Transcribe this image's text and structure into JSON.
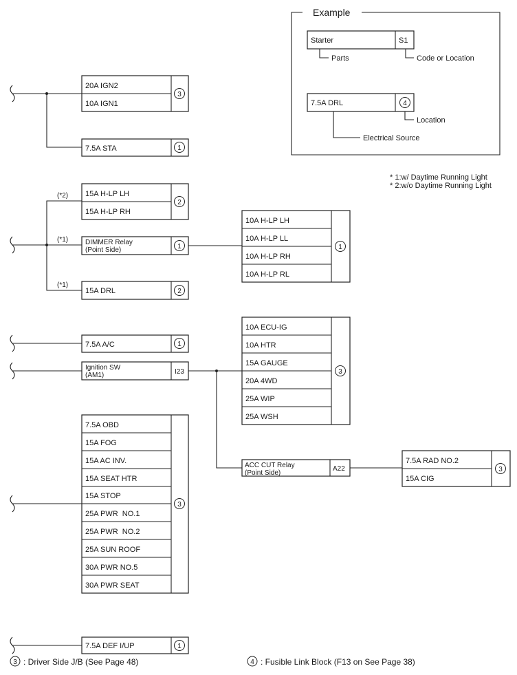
{
  "example": {
    "title": "Example",
    "part_name": "Starter",
    "part_code": "S1",
    "parts_caption": "Parts",
    "code_caption": "Code or Location",
    "source_name": "7.5A DRL",
    "source_location": "4",
    "location_caption": "Location",
    "source_caption": "Electrical Source"
  },
  "notes": [
    "* 1:w/ Daytime Running Light",
    "* 2:w/o Daytime Running Light"
  ],
  "groups": {
    "ign": {
      "items": [
        "20A IGN2",
        "10A IGN1"
      ],
      "loc": "3"
    },
    "sta": {
      "items": [
        "7.5A STA"
      ],
      "loc": "1"
    },
    "hlp": {
      "items": [
        "15A H-LP LH",
        "15A H-LP RH"
      ],
      "loc": "2",
      "tag": "(*2)"
    },
    "dimmer": {
      "label1": "DIMMER Relay",
      "label2": "(Point Side)",
      "loc": "1",
      "tag": "(*1)"
    },
    "hlp10": {
      "items": [
        "10A H-LP LH",
        "10A H-LP LL",
        "10A H-LP RH",
        "10A H-LP RL"
      ],
      "loc": "1"
    },
    "drl": {
      "items": [
        "15A DRL"
      ],
      "loc": "2",
      "tag": "(*1)"
    },
    "ac": {
      "items": [
        "7.5A A/C"
      ],
      "loc": "1"
    },
    "ignsw": {
      "label1": "Ignition SW",
      "label2": "(AM1)",
      "loc": "I23"
    },
    "ecu": {
      "items": [
        "10A ECU-IG",
        "10A HTR",
        "15A GAUGE",
        "20A 4WD",
        "25A WIP",
        "25A WSH"
      ],
      "loc": "3"
    },
    "acc": {
      "label1": "ACC CUT Relay",
      "label2": "(Point Side)",
      "loc": "A22"
    },
    "rad": {
      "items": [
        "7.5A RAD NO.2",
        "15A CIG"
      ],
      "loc": "3"
    },
    "big": {
      "items": [
        "7.5A OBD",
        "15A FOG",
        "15A AC INV.",
        "15A SEAT HTR",
        "15A STOP",
        "25A PWR  NO.1",
        "25A PWR  NO.2",
        "25A SUN ROOF",
        "30A PWR NO.5",
        "30A PWR SEAT"
      ],
      "loc": "3"
    },
    "def": {
      "items": [
        "7.5A DEF I/UP"
      ],
      "loc": "1"
    }
  },
  "footer": {
    "left_num": "3",
    "left_text": ": Driver Side J/B (See Page 48)",
    "right_num": "4",
    "right_text": ": Fusible Link Block (F13 on See Page 38)"
  }
}
